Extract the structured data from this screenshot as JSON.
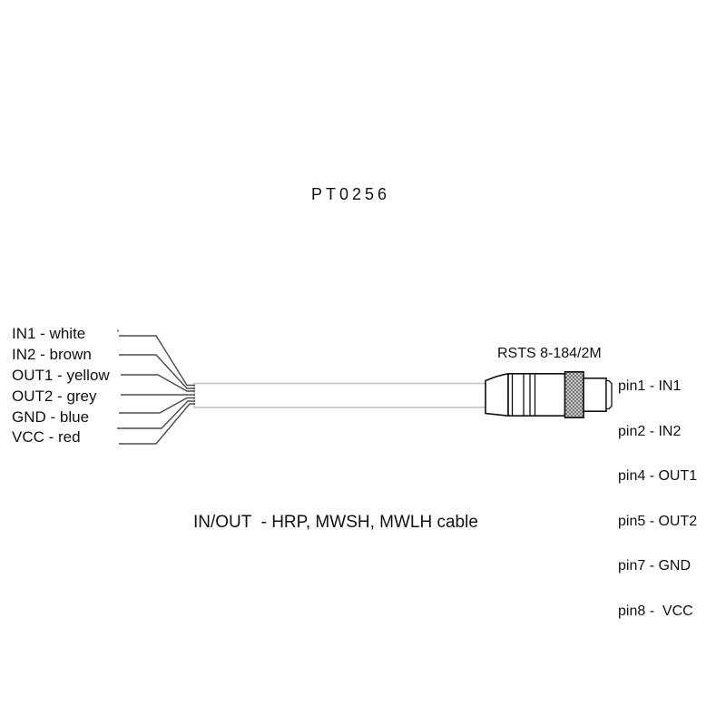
{
  "title": "PT0256",
  "diagram": {
    "connector_label": "RSTS 8-184/2M",
    "wire_labels": [
      "IN1 - white",
      "IN2 - brown",
      "OUT1 - yellow",
      "OUT2 - grey",
      "GND - blue",
      "VCC - red"
    ],
    "pin_labels": [
      "pin1 - IN1",
      "pin2 - IN2",
      "pin4 - OUT1",
      "pin5 - OUT2",
      "pin7 - GND",
      "pin8 -  VCC"
    ],
    "wire_count": 7,
    "unlabeled_wires": 1
  },
  "caption": "IN/OUT  - HRP, MWSH, MWLH cable",
  "colors": {
    "text": "#111111",
    "wire_line": "#4d4d4d",
    "cable_outline": "#c3c3c3",
    "connector_outline": "#111111",
    "knurl_fill": "#e0e0e0",
    "knurl_hatch": "#606060",
    "background": "#ffffff"
  }
}
